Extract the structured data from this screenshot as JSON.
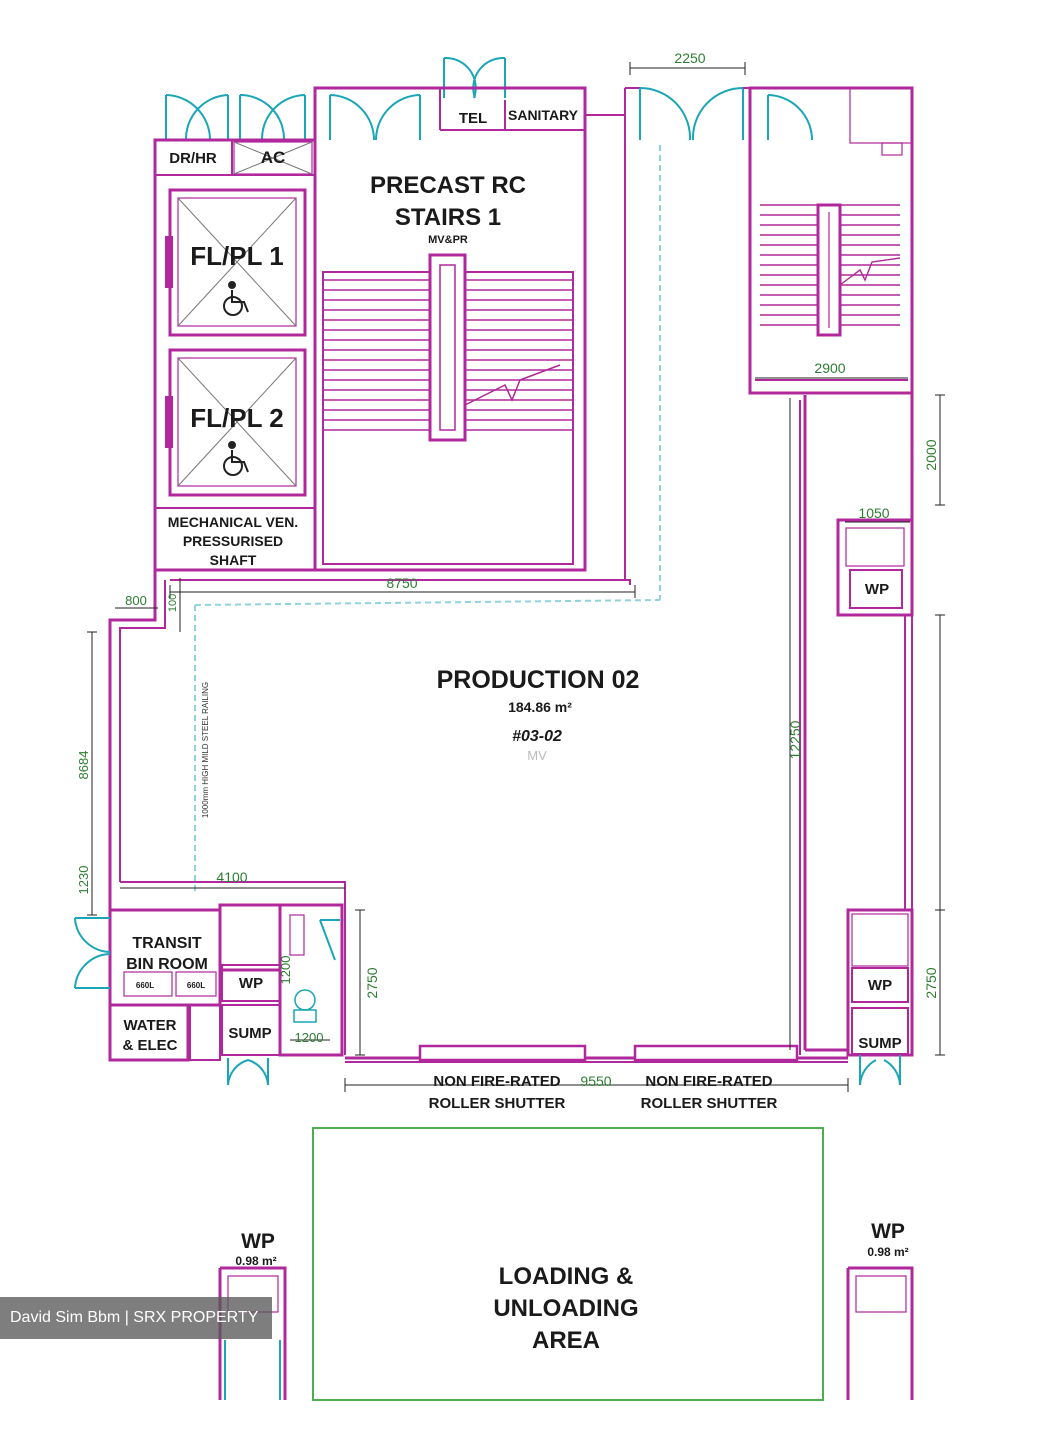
{
  "plan": {
    "rooms": {
      "drhr": "DR/HR",
      "ac": "AC",
      "tel": "TEL",
      "sanitary": "SANITARY",
      "stairs_line1": "PRECAST RC",
      "stairs_line2": "STAIRS 1",
      "stairs_sub": "MV&PR",
      "lift1": "FL/PL 1",
      "lift2": "FL/PL 2",
      "mech_line1": "MECHANICAL VEN.",
      "mech_line2": "PRESSURISED",
      "mech_line3": "SHAFT",
      "production_title": "PRODUCTION 02",
      "production_area": "184.86 m²",
      "production_unit": "#03-02",
      "production_mv": "MV",
      "transit_line1": "TRANSIT",
      "transit_line2": "BIN ROOM",
      "bin_a": "660L",
      "bin_b": "660L",
      "water_line1": "WATER",
      "water_line2": "& ELEC",
      "wp": "WP",
      "sump": "SUMP",
      "shutter_line1": "NON FIRE-RATED",
      "shutter_line2": "ROLLER SHUTTER",
      "loading_line1": "LOADING &",
      "loading_line2": "UNLOADING",
      "loading_line3": "AREA",
      "wp_area": "0.98 m²"
    },
    "dimensions": {
      "d2250": "2250",
      "d2900": "2900",
      "d2000": "2000",
      "d1050": "1050",
      "d8750": "8750",
      "d800": "800",
      "d100": "100",
      "d4100": "4100",
      "d1230": "1230",
      "d9550": "9550",
      "d2750a": "2750",
      "d2750b": "2750",
      "d1200a": "1200",
      "d1200b": "1200",
      "d12250": "12250",
      "d8684": "8684"
    },
    "railing_note": "1000mm HIGH MILD STEEL RAILING",
    "colors": {
      "wall": "#b0289c",
      "door": "#1aa6b7",
      "dimension": "#2e7d32",
      "loading_outline": "#4caf50"
    }
  },
  "watermark": "David Sim Bbm | SRX PROPERTY"
}
